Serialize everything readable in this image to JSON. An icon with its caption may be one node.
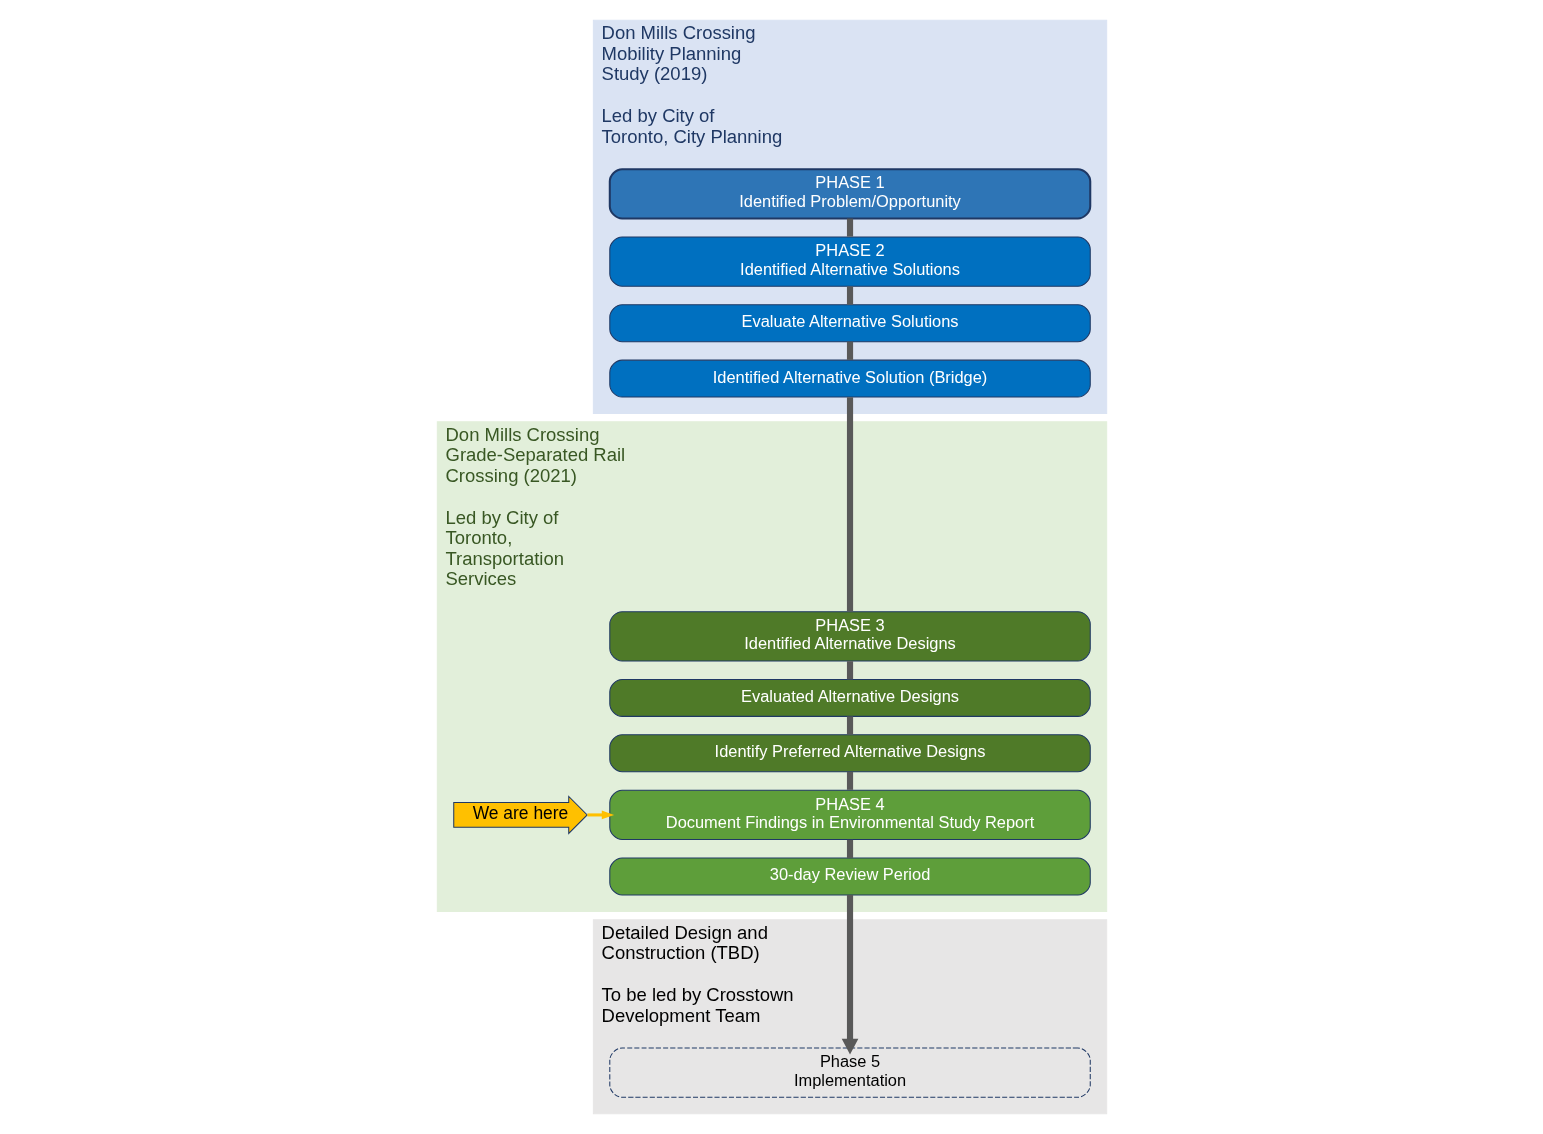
{
  "diagram": {
    "nodes": [
      {
        "text": [
          "Don Mills Crossing Mobility Planning Study (2019)",
          "Led by City of Toronto, City Planning"
        ]
      },
      {
        "text": [
          "PHASE 1",
          "Identified Problem/Opportunity"
        ],
        "in": 0
      },
      {
        "text": [
          "PHASE 2",
          "Identified Alternative Solutions"
        ],
        "in": 0
      },
      {
        "text": [
          "Evaluate Alternative Solutions"
        ],
        "in": 0
      },
      {
        "text": [
          "Identified Alternative Solution (Bridge)"
        ],
        "in": 0
      },
      {
        "text": [
          "Don Mills Crossing Grade-Separated Rail Crossing (2021)",
          "Led by City of Toronto, Transportation Services"
        ]
      },
      {
        "text": [
          "PHASE 3",
          "Identified Alternative Designs"
        ],
        "in": 5
      },
      {
        "text": [
          "Evaluated Alternative Designs"
        ],
        "in": 5
      },
      {
        "text": [
          "Identify Preferred Alternative Designs"
        ],
        "in": 5
      },
      {
        "text": [
          "We are here"
        ],
        "in": 5
      },
      {
        "text": [
          "PHASE 4",
          "Document Findings in Environmental Study Report"
        ],
        "in": 5
      },
      {
        "text": [
          "30-day Review Period"
        ],
        "in": 5
      },
      {
        "text": [
          "Detailed Design and Construction (TBD)",
          "To be led by Crosstown Development Team"
        ]
      },
      {
        "text": [
          "Phase 5",
          "Implementation"
        ],
        "in": 12
      }
    ],
    "edges": [
      {
        "from": 1,
        "to": 2,
        "arrow": "none"
      },
      {
        "from": 2,
        "to": 3,
        "arrow": "none"
      },
      {
        "from": 3,
        "to": 4,
        "arrow": "none"
      },
      {
        "from": 4,
        "to": 6,
        "arrow": "none"
      },
      {
        "from": 6,
        "to": 7,
        "arrow": "none"
      },
      {
        "from": 7,
        "to": 8,
        "arrow": "none"
      },
      {
        "from": 8,
        "to": 10,
        "arrow": "none"
      },
      {
        "from": 10,
        "to": 11,
        "arrow": "none"
      },
      {
        "from": 11,
        "to": 13,
        "arrow": "to"
      },
      {
        "from": 9,
        "to": 10,
        "arrow": "to",
        "color": "#ffc000"
      }
    ]
  }
}
